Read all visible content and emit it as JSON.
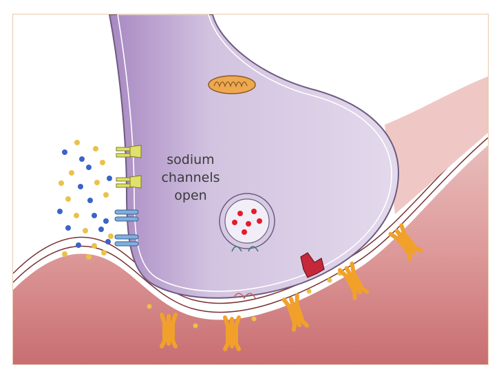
{
  "diagram": {
    "label_lines": [
      "sodium",
      "channels",
      "open"
    ],
    "colors": {
      "axon_terminal": "#d9cce4",
      "axon_terminal_dark": "#a080b8",
      "membrane_outline": "#6c5a80",
      "postsynaptic_tissue": "#e3a9a9",
      "postsynaptic_dark": "#c66a6a",
      "sodium_ion": "#e9c24a",
      "blue_ion": "#3b63c8",
      "sodium_channel": "#e0e06a",
      "blue_channel": "#7db0dc",
      "receptor": "#f1a12a",
      "red_channel": "#c5283a",
      "mitochondrion": "#eea850",
      "vesicle_contents": "#e31c2c"
    },
    "icons": [
      "mitochondrion-icon",
      "synaptic-vesicle-icon",
      "sodium-channel-icon",
      "receptor-icon"
    ]
  }
}
